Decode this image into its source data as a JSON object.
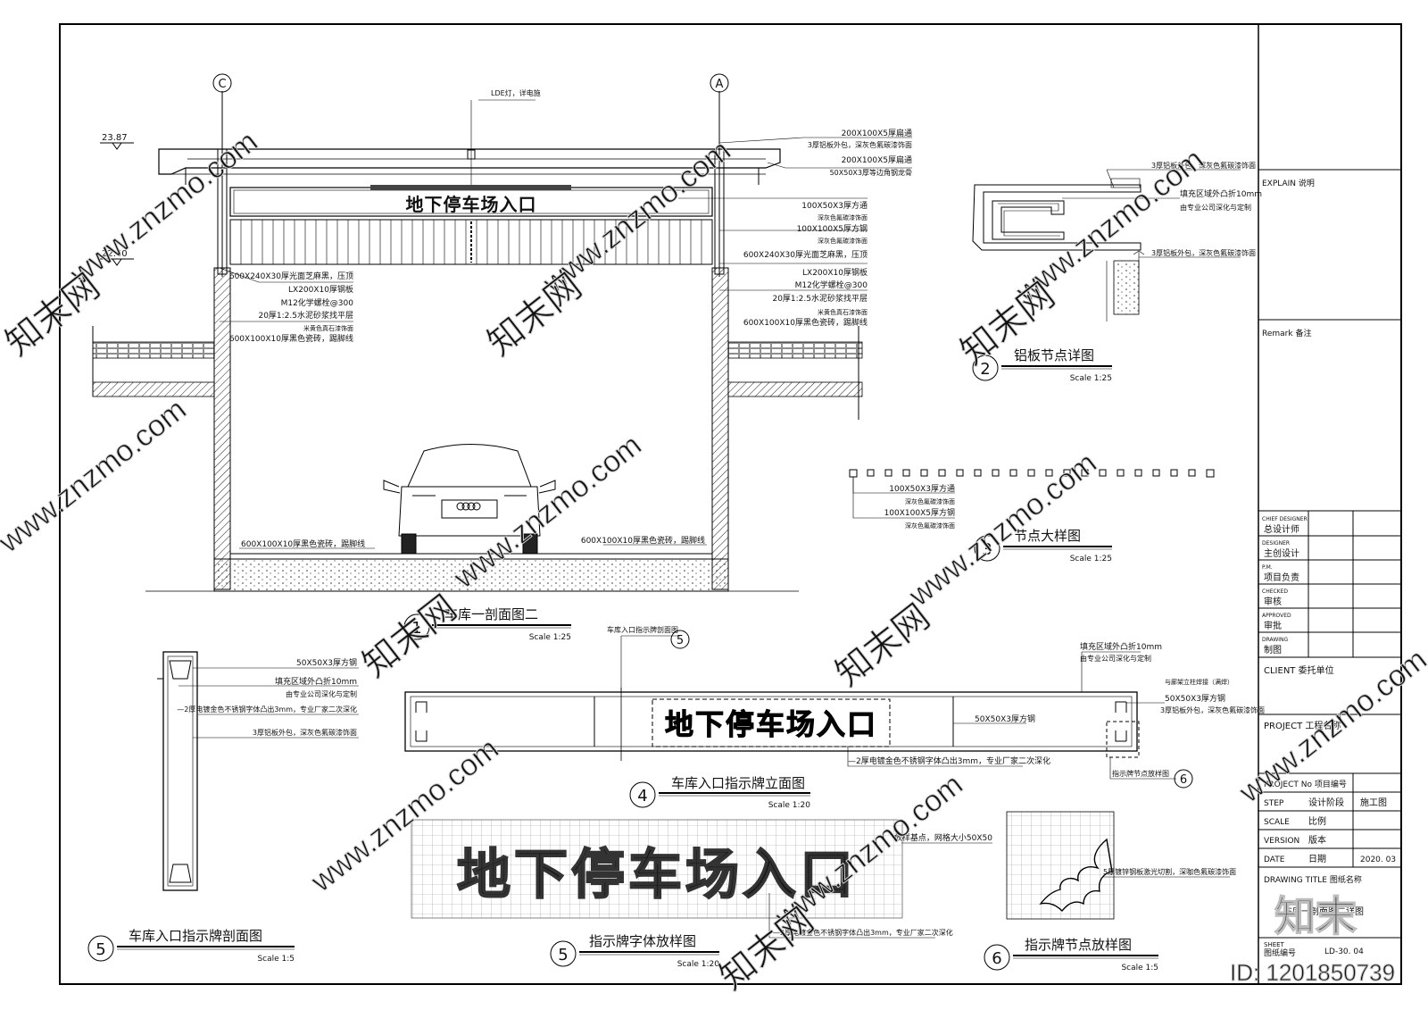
{
  "axes": {
    "left": "C",
    "right": "A"
  },
  "levels": {
    "top": "23.87",
    "bottom": "22.40"
  },
  "sign_text": "地下停车场入口",
  "light_label": "LDE灯，详电施",
  "sec1_right_notes": [
    "200X100X5厚扁通",
    "3厚铝板外包，深灰色氟碳漆饰面",
    "200X100X5厚扁通",
    "50X50X3厚等边角钢龙骨",
    "100X50X3厚方通",
    "深灰色氟碳漆饰面",
    "100X100X5厚方钢",
    "深灰色氟碳漆饰面",
    "600X240X30厚光面芝麻黑，压顶",
    "LX200X10厚钢板",
    "M12化学螺栓@300",
    "20厚1:2.5水泥砂浆找平层",
    "米黄色真石漆饰面",
    "600X100X10厚黑色瓷砖，踢脚线"
  ],
  "sec1_left_notes": [
    "600X240X30厚光面芝麻黑，压顶",
    "LX200X10厚钢板",
    "M12化学螺栓@300",
    "20厚1:2.5水泥砂浆找平层",
    "米黄色真石漆饰面",
    "600X100X10厚黑色瓷砖，踢脚线"
  ],
  "skirting_left": "600X100X10厚黑色瓷砖，踢脚线",
  "skirting_right": "600X100X10厚黑色瓷砖，踢脚线",
  "detail2_notes": [
    "3厚铝板外包，深灰色氟碳漆饰面",
    "填充区域外凸折10mm",
    "由专业公司深化与定制",
    "3厚铝板外包，深灰色氟碳漆饰面"
  ],
  "detail3_notes": [
    "100X50X3厚方通",
    "深灰色氟碳漆饰面",
    "100X100X5厚方钢",
    "深灰色氟碳漆饰面"
  ],
  "detail4_notes": {
    "top_left": "车库入口指示牌剖面图",
    "top_right_1": "填充区域外凸折10mm",
    "top_right_2": "由专业公司深化与定制",
    "right_1": "与廊架立柱焊接（满焊）",
    "right_2": "50X50X3厚方钢",
    "right_3": "3厚铝板外包，深灰色氟碳漆饰面",
    "mid": "50X50X3厚方钢",
    "bottom": "—2厚电镀金色不锈钢字体凸出3mm，专业厂家二次深化",
    "ref": "指示牌节点放样图"
  },
  "detail5a_notes": [
    "50X50X3厚方钢",
    "填充区域外凸折10mm",
    "由专业公司深化与定制",
    "—2厚电镀金色不锈钢字体凸出3mm，专业厂家二次深化",
    "3厚铝板外包，深灰色氟碳漆饰面"
  ],
  "detail5b_notes": [
    "放样基点，网格大小50X50",
    "—2厚电镀金色不锈钢字体凸出3mm，专业厂家二次深化"
  ],
  "detail6_note": "5厚镀锌钢板激光切割，深咖色氟碳漆饰面",
  "titles": [
    {
      "num": "1",
      "title": "车库一剖面图二",
      "scale": "Scale 1:25"
    },
    {
      "num": "2",
      "title": "铝板节点详图",
      "scale": "Scale 1:25"
    },
    {
      "num": "3",
      "title": "节点大样图",
      "scale": "Scale 1:25"
    },
    {
      "num": "4",
      "title": "车库入口指示牌立面图",
      "scale": "Scale 1:20"
    },
    {
      "num": "5",
      "title": "车库入口指示牌剖面图",
      "scale": "Scale 1:5"
    },
    {
      "num": "5",
      "title": "指示牌字体放样图",
      "scale": "Scale 1:20"
    },
    {
      "num": "6",
      "title": "指示牌节点放样图",
      "scale": "Scale 1:5"
    }
  ],
  "ref_marks": [
    "5",
    "6"
  ],
  "title_block": {
    "explain": "EXPLAIN  说明",
    "remark": "Remark  备注",
    "chief_designer": [
      "CHIEF DESIGNER",
      "总设计师"
    ],
    "designer": [
      "DESIGNER",
      "主创设计"
    ],
    "pm": [
      "P.M.",
      "项目负责"
    ],
    "checked": [
      "CHECKED",
      "审核"
    ],
    "approved": [
      "APPROVED",
      "审批"
    ],
    "drawing": [
      "DRAWING",
      "制图"
    ],
    "client": "CLIENT  委托单位",
    "project": "PROJECT 工程名称",
    "project_no": "PROJECT No  项目编号",
    "step": "STEP",
    "step_cn": "设计阶段",
    "step_val": "施工图",
    "scale": "SCALE",
    "scale_cn": "比例",
    "version": "VERSION",
    "version_cn": "版本",
    "date": "DATE",
    "date_cn": "日期",
    "date_val": "2020. 03",
    "drawing_title": "DRAWING TITLE  图纸名称",
    "drawing_title_val": "车库一剖面图二详图",
    "sheet": "SHEET",
    "sheet_cn": "图纸编号",
    "sheet_val": "LD-30. 04"
  },
  "watermark": {
    "url": "www.znzmo.com",
    "cn": "知末网",
    "logo": "知末",
    "id": "ID: 1201850739"
  }
}
